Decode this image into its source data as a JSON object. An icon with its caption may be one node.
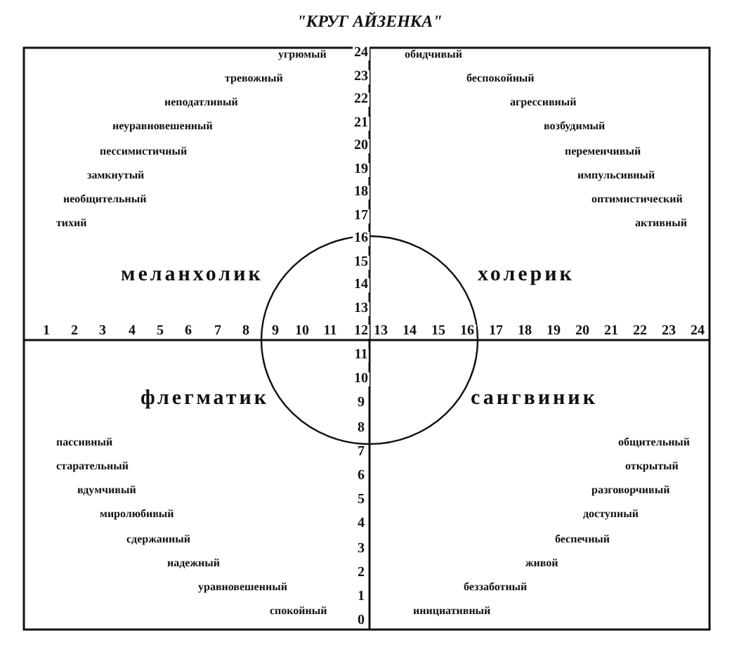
{
  "diagram": {
    "title": "\"КРУГ АЙЗЕНКА\"",
    "labels": [
      "угрюмый",
      "тревожный",
      "неподатливый",
      "неуравновешенный",
      "пессимистичный",
      "замкнутый",
      "необщительный",
      "тихий",
      "обидчивый",
      "беспокойный",
      "агрессивный",
      "возбудимый",
      "переменчивый",
      "импульсивный",
      "оптимистический",
      "активный",
      "24",
      "23",
      "22",
      "21",
      "20",
      "19",
      "18",
      "17",
      "16",
      "15",
      "14",
      "13",
      "меланхолик",
      "холерик",
      "1",
      "2",
      "3",
      "4",
      "5",
      "6",
      "7",
      "8",
      "9",
      "10",
      "11",
      "12",
      "13",
      "14",
      "15",
      "16",
      "17",
      "18",
      "19",
      "20",
      "21",
      "22",
      "23",
      "24",
      "флегматик",
      "сангвиник",
      "11",
      "10",
      "9",
      "8",
      "7",
      "6",
      "5",
      "4",
      "3",
      "2",
      "1",
      "0",
      "пассивный",
      "старательный",
      "вдумчивый",
      "миролюбивый",
      "сдержанный",
      "надежный",
      "уравновешенный",
      "спокойный",
      "общительный",
      "открытый",
      "разговорчивый",
      "доступный",
      "беспечный",
      "живой",
      "беззаботный",
      "инициативный"
    ]
  }
}
